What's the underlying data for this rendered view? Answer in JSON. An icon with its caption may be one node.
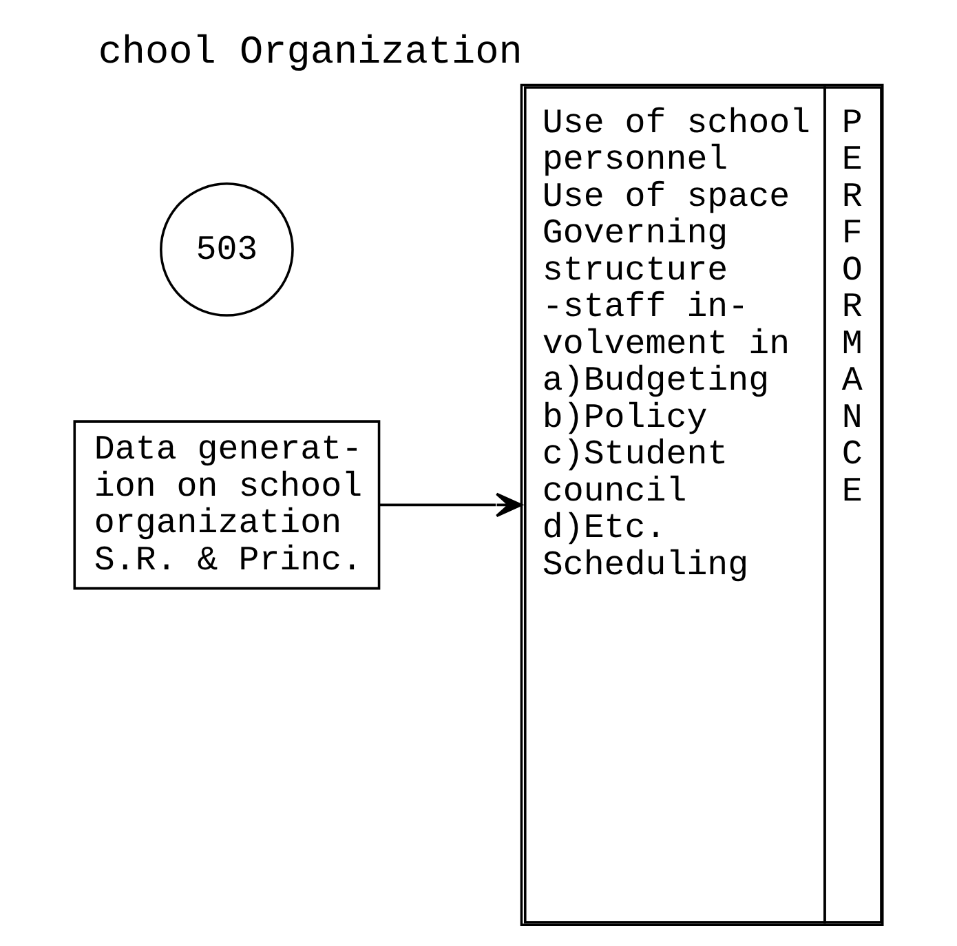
{
  "diagram": {
    "title": "chool Organization",
    "nodes": [
      {
        "text": [
          "Data generat- ion on school organization S.R. & Princ."
        ]
      },
      {
        "text": [
          "Use of school personnel",
          "Use of space",
          "Governing structure -staff in- volvement in",
          "a)Budgeting",
          "b)Policy",
          "c)Student council",
          "d)Etc.",
          "Scheduling",
          "PERFORMANCE"
        ]
      },
      {
        "text": [
          "503"
        ]
      }
    ],
    "edges": [
      {
        "from": 0,
        "to": 1,
        "arrow": "to"
      }
    ]
  }
}
